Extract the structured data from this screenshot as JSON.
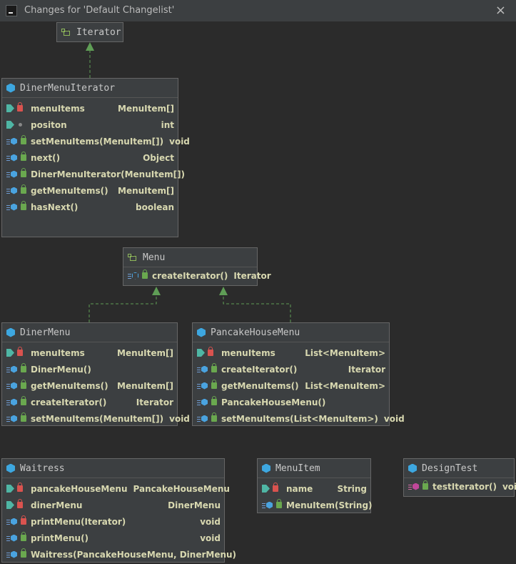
{
  "window": {
    "title": "Changes for 'Default Changelist'",
    "close_label": "×"
  },
  "colors": {
    "arrow": "#5f9e56",
    "accent_cube": "#3da7e0"
  },
  "classes": {
    "iterator": {
      "name": "Iterator",
      "icon": "interface-icon"
    },
    "diner_menu_iterator": {
      "name": "DinerMenuIterator",
      "icon": "class-icon",
      "rows": [
        {
          "name": "menuItems",
          "type": "MenuItem[]"
        },
        {
          "name": "positon",
          "type": "int"
        },
        {
          "name": "setMenuItems(MenuItem[])",
          "type": "void"
        },
        {
          "name": "next()",
          "type": "Object"
        },
        {
          "name": "DinerMenuIterator(MenuItem[])",
          "type": ""
        },
        {
          "name": "getMenuItems()",
          "type": "MenuItem[]"
        },
        {
          "name": "hasNext()",
          "type": "boolean"
        }
      ]
    },
    "menu": {
      "name": "Menu",
      "icon": "interface-icon",
      "rows": [
        {
          "name": "createIterator()",
          "type": "Iterator"
        }
      ]
    },
    "diner_menu": {
      "name": "DinerMenu",
      "icon": "class-icon",
      "rows": [
        {
          "name": "menuItems",
          "type": "MenuItem[]"
        },
        {
          "name": "DinerMenu()",
          "type": ""
        },
        {
          "name": "getMenuItems()",
          "type": "MenuItem[]"
        },
        {
          "name": "createIterator()",
          "type": "Iterator"
        },
        {
          "name": "setMenuItems(MenuItem[])",
          "type": "void"
        }
      ]
    },
    "pancake_house_menu": {
      "name": "PancakeHouseMenu",
      "icon": "class-icon",
      "rows": [
        {
          "name": "menuItems",
          "type": "List<MenuItem>"
        },
        {
          "name": "createIterator()",
          "type": "Iterator"
        },
        {
          "name": "getMenuItems()",
          "type": "List<MenuItem>"
        },
        {
          "name": "PancakeHouseMenu()",
          "type": ""
        },
        {
          "name": "setMenuItems(List<MenuItem>)",
          "type": "void"
        }
      ]
    },
    "waitress": {
      "name": "Waitress",
      "icon": "class-icon",
      "rows": [
        {
          "name": "pancakeHouseMenu",
          "type": "PancakeHouseMenu"
        },
        {
          "name": "dinerMenu",
          "type": "DinerMenu"
        },
        {
          "name": "printMenu(Iterator)",
          "type": "void"
        },
        {
          "name": "printMenu()",
          "type": "void"
        },
        {
          "name": "Waitress(PancakeHouseMenu, DinerMenu)",
          "type": ""
        }
      ]
    },
    "menu_item": {
      "name": "MenuItem",
      "icon": "class-icon",
      "rows": [
        {
          "name": "name",
          "type": "String"
        },
        {
          "name": "MenuItem(String)",
          "type": ""
        }
      ]
    },
    "design_test": {
      "name": "DesignTest",
      "icon": "class-icon",
      "rows": [
        {
          "name": "testIterator()",
          "type": "void"
        }
      ]
    }
  }
}
